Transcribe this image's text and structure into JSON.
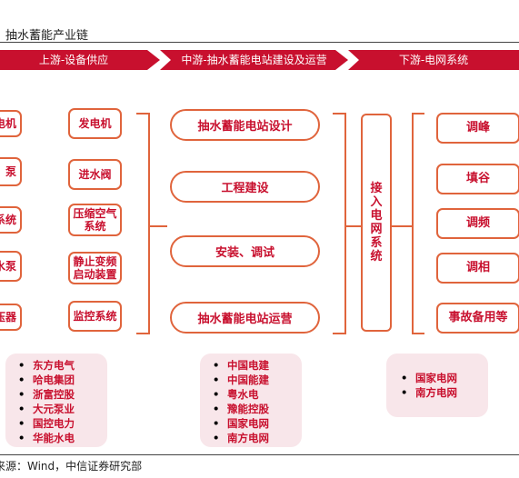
{
  "title": "抽水蓄能产业链",
  "source": "来源：Wind，中信证券研究部",
  "stages": {
    "upstream": "上游-设备供应",
    "midstream": "中游-抽水蓄能电站建设及运营",
    "downstream": "下游-电网系统"
  },
  "upstream_left": [
    "电机",
    "泵",
    "系统",
    "水泵",
    "压器"
  ],
  "upstream_right": [
    "发电机",
    "进水阀",
    "压缩空气系统",
    "静止变频启动装置",
    "监控系统"
  ],
  "midstream": [
    "抽水蓄能电站设计",
    "工程建设",
    "安装、调试",
    "抽水蓄能电站运营"
  ],
  "grid_node": "接入电网系统",
  "downstream": [
    "调峰",
    "填谷",
    "调频",
    "调相",
    "事故备用等"
  ],
  "companies": {
    "upstream": [
      "东方电气",
      "哈电集团",
      "浙富控股",
      "大元泵业",
      "国控电力",
      "华能水电"
    ],
    "midstream": [
      "中国电建",
      "中国能建",
      "粤水电",
      "豫能控股",
      "国家电网",
      "南方电网"
    ],
    "downstream": [
      "国家电网",
      "南方电网"
    ]
  },
  "colors": {
    "accent": "#c8102e",
    "border": "#e0643c",
    "company_bg": "#f8e6ea"
  }
}
